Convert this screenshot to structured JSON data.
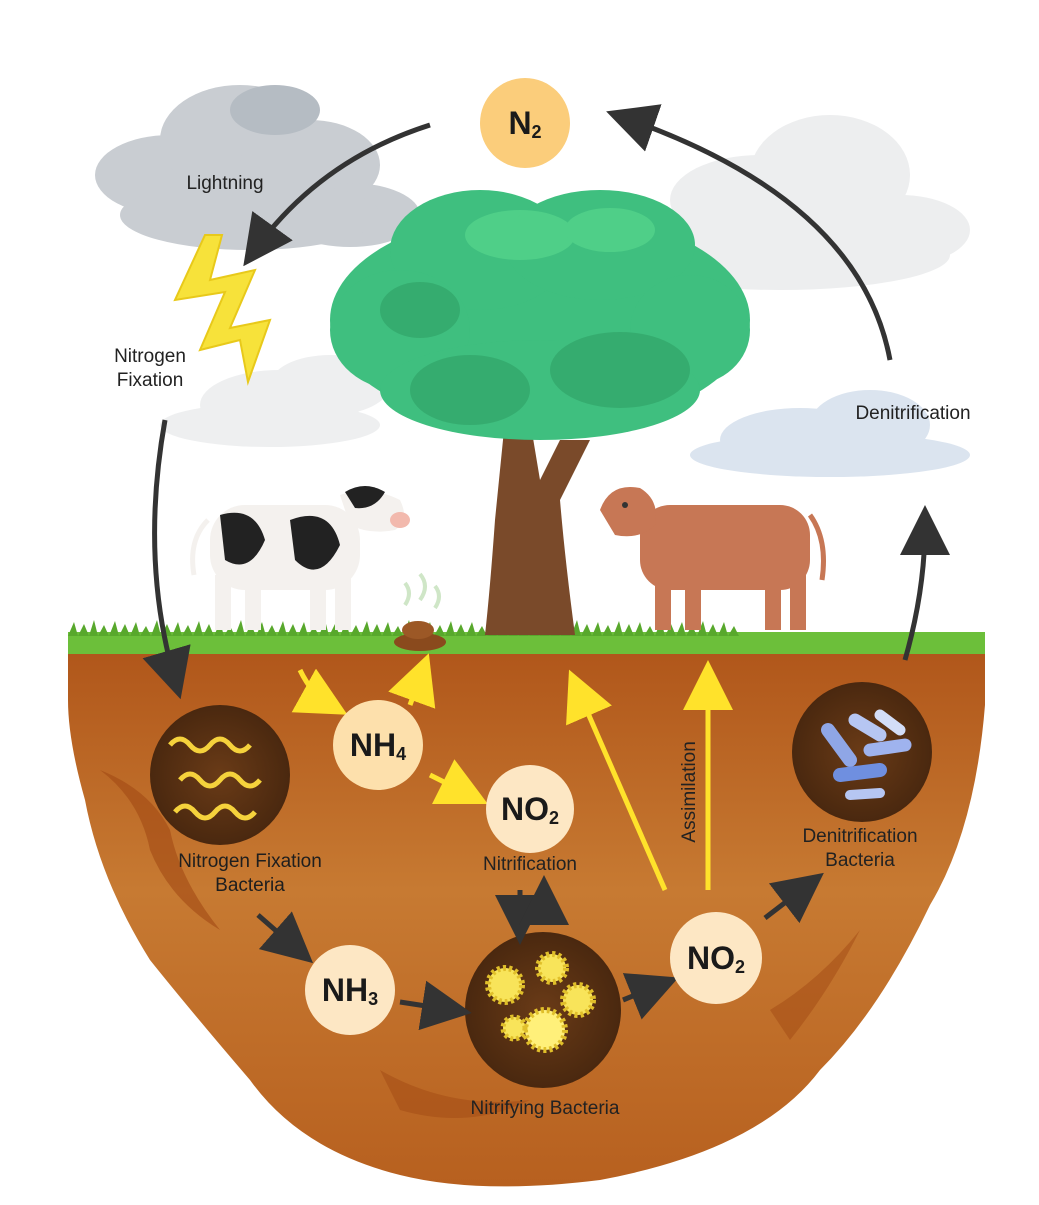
{
  "molecules": {
    "n2": {
      "symbol": "N",
      "sub": "2"
    },
    "nh4": {
      "symbol": "NH",
      "sub": "4"
    },
    "no2_nitrification": {
      "symbol": "NO",
      "sub": "2"
    },
    "nh3": {
      "symbol": "NH",
      "sub": "3"
    },
    "no2_soil": {
      "symbol": "NO",
      "sub": "2"
    }
  },
  "labels": {
    "lightning": "Lightning",
    "nitrogen_fixation": "Nitrogen Fixation",
    "denitrification": "Denitrification",
    "nitrogen_fixation_bacteria": "Nitrogen Fixation Bacteria",
    "nitrification": "Nitrification",
    "assimilation": "Assimilation",
    "denitrification_bacteria": "Denitrification Bacteria",
    "nitrifying_bacteria": "Nitrifying Bacteria"
  },
  "colors": {
    "molecule_fill": "#fbcd7b",
    "molecule_fill_light": "#fde7c4",
    "soil_top": "#b85c1c",
    "soil_bottom": "#c87a2e",
    "grass": "#6cbf3a",
    "tree_canopy": "#3fbf7f",
    "trunk": "#7a4a2a",
    "yellow_arrow": "#ffe22b",
    "dark_arrow": "#333333",
    "cloud": "#cfd3d8"
  }
}
